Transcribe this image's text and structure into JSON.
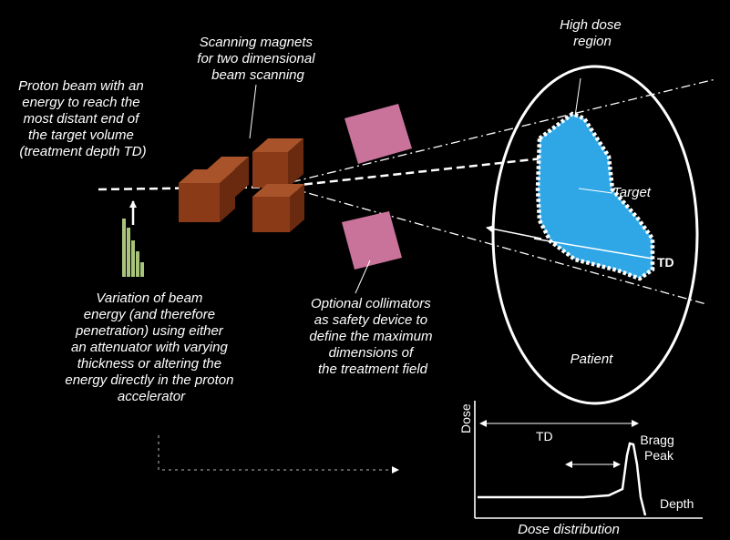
{
  "labels": {
    "proton_beam": [
      "Proton beam with an",
      "energy to reach the",
      "most distant end of",
      "the target volume",
      "(treatment depth TD)"
    ],
    "scanning_magnets": [
      "Scanning magnets",
      "for two dimensional",
      "beam scanning"
    ],
    "high_dose": [
      "High dose",
      "region"
    ],
    "target": "Target",
    "td": "TD",
    "variation": [
      "Variation of beam",
      "energy (and therefore",
      "penetration) using either",
      "an attenuator with varying",
      "thickness or altering the",
      "energy directly in the proton",
      "accelerator"
    ],
    "collimators": [
      "Optional collimators",
      "as safety device to",
      "define the maximum",
      "dimensions of",
      "the treatment field"
    ],
    "patient": "Patient"
  },
  "dose_plot": {
    "y_label": "Dose",
    "x_label": "Depth",
    "td_label": "TD",
    "bragg": [
      "Bragg",
      "Peak"
    ],
    "caption": "Dose distribution"
  },
  "colors": {
    "background": "#000000",
    "magnet": "#8b3a17",
    "magnet_top": "#a9532a",
    "magnet_side": "#6a2a10",
    "collimator": "#c9739b",
    "target": "#2fa7e6",
    "attenuator": "#a8c47a",
    "line": "#ffffff"
  }
}
